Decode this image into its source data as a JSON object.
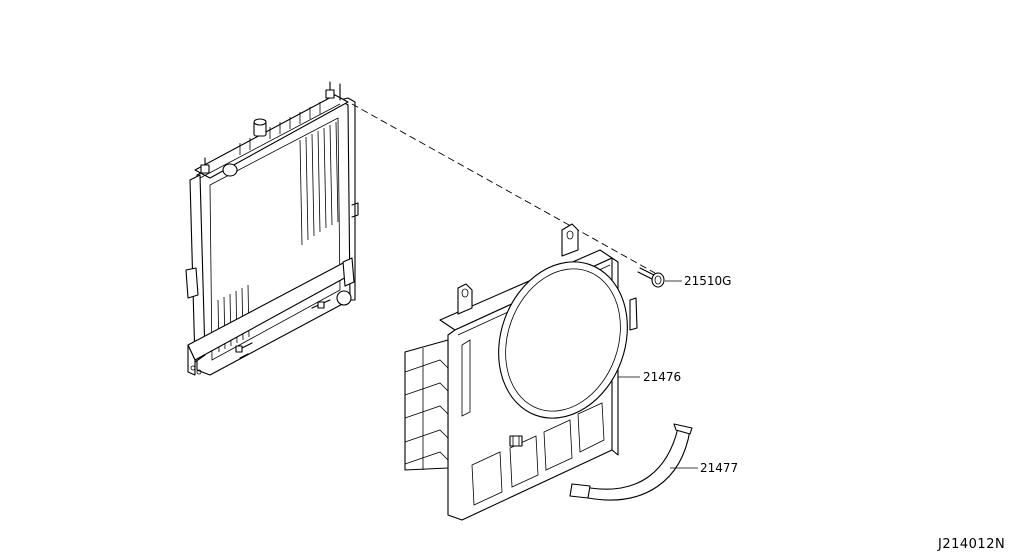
{
  "parts": {
    "bolt": "21510G",
    "shroud": "21476",
    "hose": "21477"
  },
  "diagram_code": "J214012N"
}
